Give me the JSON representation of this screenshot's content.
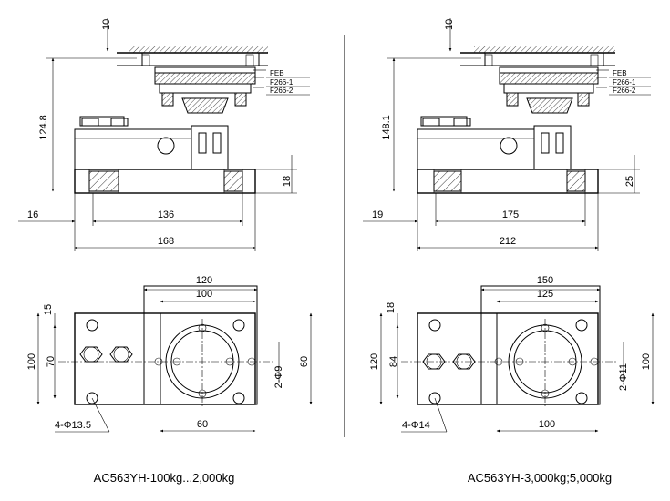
{
  "left": {
    "dims": {
      "top_gap": "10",
      "height": "124.8",
      "plate_thk": "18",
      "offset": "16",
      "hole_span": "136",
      "base_len": "168",
      "top_w1": "120",
      "top_w2": "100",
      "left_15": "15",
      "left_70": "70",
      "left_100": "100",
      "right_60": "60",
      "bottom_60": "60",
      "hole_label": "2-Φ9",
      "base_hole_label": "4-Φ13.5"
    },
    "labels": {
      "feb": "FEB",
      "f1": "F266-1",
      "f2": "F266-2"
    },
    "caption": "AC563YH-100kg...2,000kg"
  },
  "right": {
    "dims": {
      "top_gap": "10",
      "height": "148.1",
      "plate_thk": "25",
      "offset": "19",
      "hole_span": "175",
      "base_len": "212",
      "top_w1": "150",
      "top_w2": "125",
      "left_18": "18",
      "left_84": "84",
      "left_120": "120",
      "right_100": "100",
      "bottom_100": "100",
      "hole_label": "2-Φ11",
      "base_hole_label": "4-Φ14"
    },
    "labels": {
      "feb": "FEB",
      "f1": "F266-1",
      "f2": "F266-2"
    },
    "caption": "AC563YH-3,000kg;5,000kg"
  }
}
